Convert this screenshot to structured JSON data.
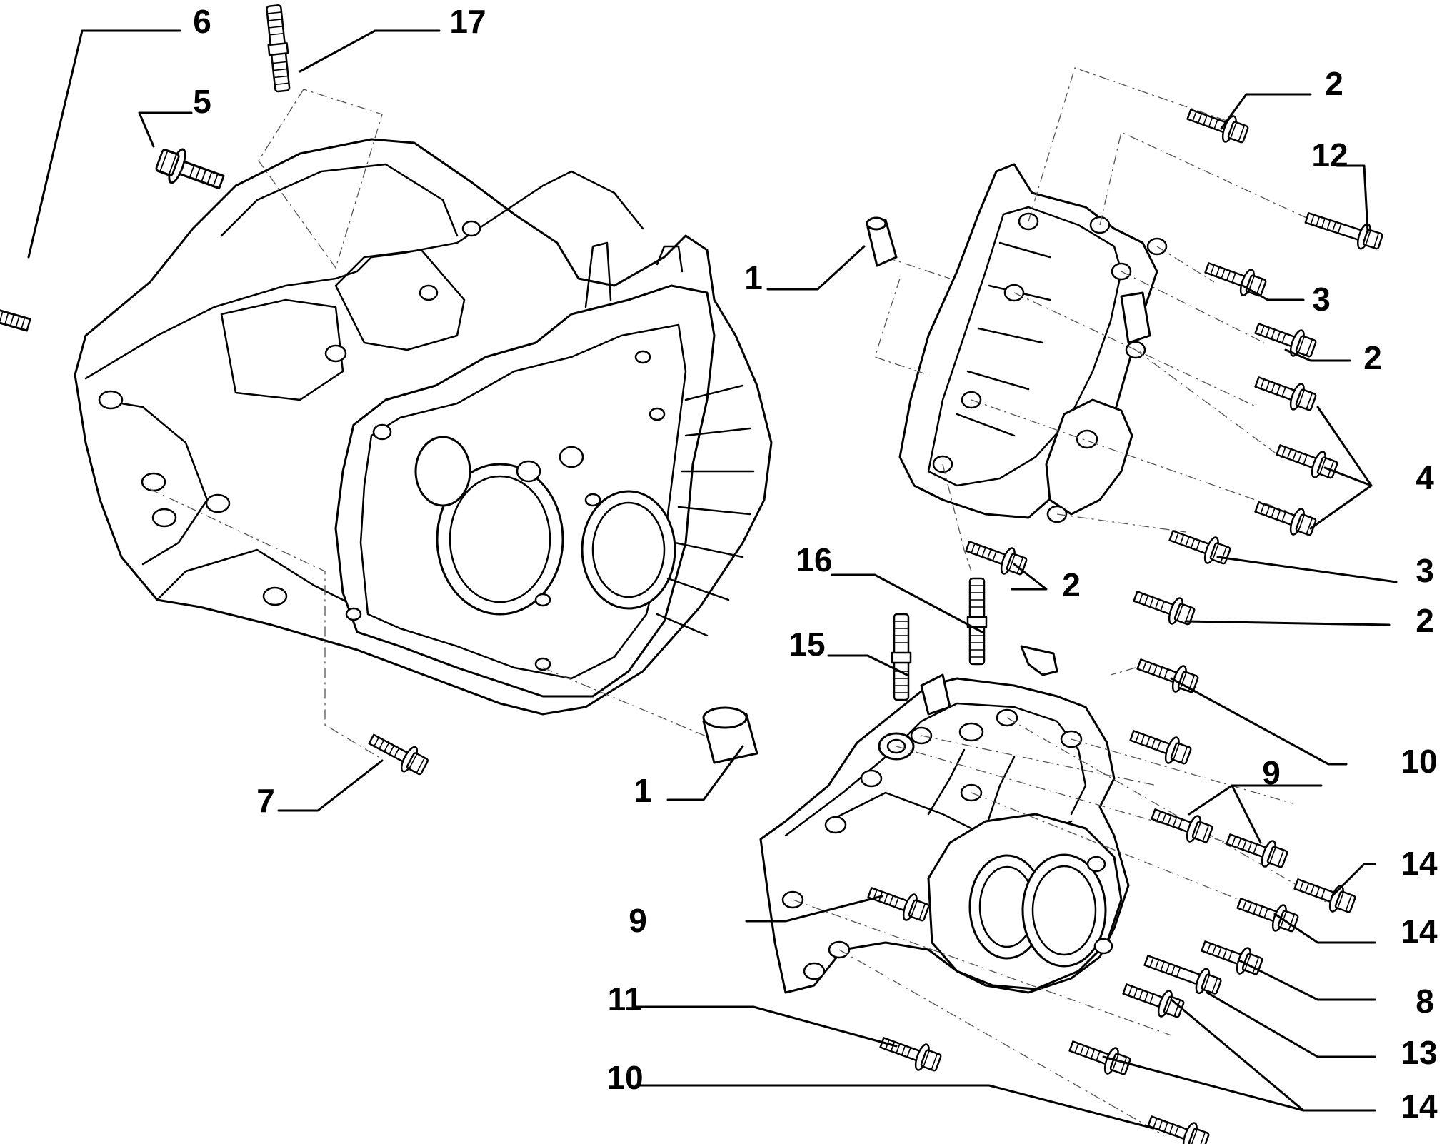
{
  "callouts": [
    {
      "id": "c6",
      "label": "6"
    },
    {
      "id": "c17",
      "label": "17"
    },
    {
      "id": "c5",
      "label": "5"
    },
    {
      "id": "c1a",
      "label": "1"
    },
    {
      "id": "c7",
      "label": "7"
    },
    {
      "id": "c1b",
      "label": "1"
    },
    {
      "id": "c2a",
      "label": "2"
    },
    {
      "id": "c12",
      "label": "12"
    },
    {
      "id": "c3a",
      "label": "3"
    },
    {
      "id": "c2b",
      "label": "2"
    },
    {
      "id": "c4",
      "label": "4"
    },
    {
      "id": "c16",
      "label": "16"
    },
    {
      "id": "c2c",
      "label": "2"
    },
    {
      "id": "c3b",
      "label": "3"
    },
    {
      "id": "c2d",
      "label": "2"
    },
    {
      "id": "c15",
      "label": "15"
    },
    {
      "id": "c10a",
      "label": "10"
    },
    {
      "id": "c9a",
      "label": "9"
    },
    {
      "id": "c14a",
      "label": "14"
    },
    {
      "id": "c9b",
      "label": "9"
    },
    {
      "id": "c14b",
      "label": "14"
    },
    {
      "id": "c8",
      "label": "8"
    },
    {
      "id": "c11",
      "label": "11"
    },
    {
      "id": "c13",
      "label": "13"
    },
    {
      "id": "c10b",
      "label": "10"
    },
    {
      "id": "c14c",
      "label": "14"
    }
  ]
}
